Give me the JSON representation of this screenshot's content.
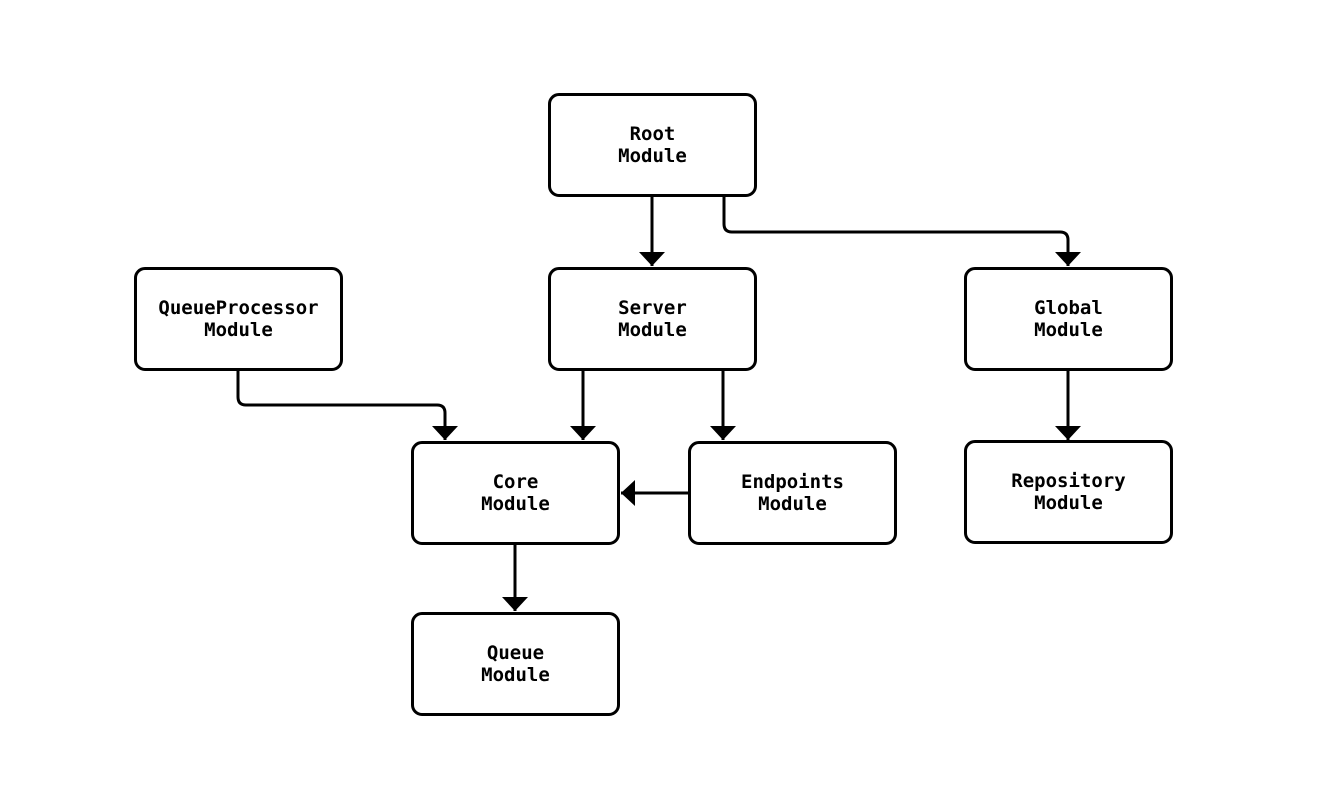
{
  "diagram": {
    "type": "flowchart",
    "background_color": "#ffffff",
    "node_fill_color": "#ffffff",
    "node_border_color": "#000000",
    "edge_color": "#000000",
    "text_color": "#000000",
    "nodes": [
      {
        "id": "root-module",
        "label": "Root\nModule"
      },
      {
        "id": "server-module",
        "label": "Server\nModule"
      },
      {
        "id": "global-module",
        "label": "Global\nModule"
      },
      {
        "id": "queue-processor-module",
        "label": "QueueProcessor\nModule"
      },
      {
        "id": "core-module",
        "label": "Core\nModule"
      },
      {
        "id": "endpoints-module",
        "label": "Endpoints\nModule"
      },
      {
        "id": "repository-module",
        "label": "Repository\nModule"
      },
      {
        "id": "queue-module",
        "label": "Queue\nModule"
      }
    ],
    "edges": [
      {
        "from": "root-module",
        "to": "server-module"
      },
      {
        "from": "root-module",
        "to": "global-module"
      },
      {
        "from": "queue-processor-module",
        "to": "core-module"
      },
      {
        "from": "server-module",
        "to": "core-module"
      },
      {
        "from": "server-module",
        "to": "endpoints-module"
      },
      {
        "from": "endpoints-module",
        "to": "core-module"
      },
      {
        "from": "global-module",
        "to": "repository-module"
      },
      {
        "from": "core-module",
        "to": "queue-module"
      }
    ]
  }
}
